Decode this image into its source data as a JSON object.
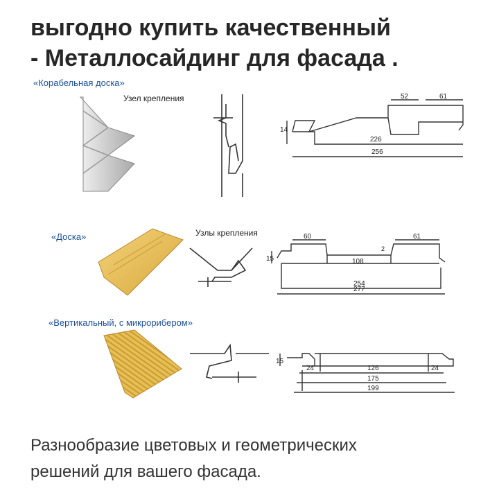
{
  "heading": {
    "line1": "выгодно купить качественный",
    "line2": "- Металлосайдинг для фасада ."
  },
  "figure": {
    "profile1": {
      "name": "«Корабельная доска»",
      "joint_label": "Узел крепления",
      "dims": {
        "height": "14",
        "top_a": "52",
        "top_b": "61",
        "inner": "226",
        "total": "256"
      }
    },
    "profile2": {
      "name": "«Доска»",
      "joint_label": "Узлы крепления",
      "dims": {
        "height": "15",
        "top_a": "60",
        "top_b": "61",
        "step": "2",
        "mid": "108",
        "inner": "254",
        "total": "277"
      }
    },
    "profile3": {
      "name": "«Вертикальный, с микрорибером»",
      "dims": {
        "height": "15",
        "left": "24",
        "mid": "126",
        "right": "24",
        "inner": "175",
        "total": "199"
      }
    },
    "colors": {
      "title": "#1c4f9c",
      "metal": "#c9c9c9",
      "gold": "#e8c25a",
      "line": "#333333"
    }
  },
  "caption": {
    "line1": "Разнообразие цветовых и геометрических",
    "line2": "решений для вашего фасада."
  }
}
